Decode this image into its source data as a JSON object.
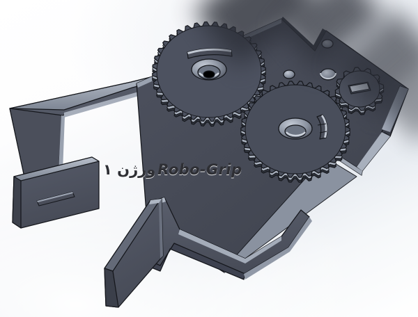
{
  "viewport": {
    "app": "cad-viewport",
    "background_top": "#e9edf2",
    "background_bottom": "#ffffff",
    "render_style": "shaded-with-edges"
  },
  "annotation": {
    "persian_text": "ورژن ۱",
    "latin_text": "Robo-Grip",
    "full_text": "ورژن ۱ Robo-Grip",
    "color": "#2e2f34"
  },
  "model": {
    "name": "Robo-Grip",
    "type": "rack-and-pinion gripper assembly",
    "material_face": "#4a4e5a",
    "material_top": "#565b68",
    "material_edge": "#9aa2b0",
    "material_dark": "#3a3e48",
    "outline": "#15171c",
    "components": [
      {
        "name": "base-plate",
        "kind": "plate"
      },
      {
        "name": "upper-gripper-arm",
        "kind": "rack-arm"
      },
      {
        "name": "lower-gripper-arm",
        "kind": "rack-arm"
      },
      {
        "name": "upper-gripper-jaw",
        "kind": "jaw-pad"
      },
      {
        "name": "lower-gripper-jaw",
        "kind": "jaw-pad"
      },
      {
        "name": "large-gear-left",
        "kind": "spur-gear",
        "teeth": 36
      },
      {
        "name": "large-gear-right",
        "kind": "spur-gear",
        "teeth": 34
      },
      {
        "name": "pinion-gear",
        "kind": "spur-gear",
        "teeth": 12,
        "hub": "rectangular-slot"
      }
    ],
    "features": [
      {
        "name": "arc-slot-upper",
        "kind": "curved-slot"
      },
      {
        "name": "arc-slot-lower",
        "kind": "curved-slot"
      },
      {
        "name": "pivot-boss-upper",
        "kind": "counterbored-hole"
      },
      {
        "name": "pivot-boss-lower",
        "kind": "counterbored-hole"
      },
      {
        "name": "mounting-hole-top",
        "kind": "through-hole"
      },
      {
        "name": "mounting-hole-mid",
        "kind": "through-hole"
      },
      {
        "name": "mounting-hole-right",
        "kind": "through-hole"
      },
      {
        "name": "jaw-slot-upper",
        "kind": "rectangular-slot"
      }
    ]
  },
  "occlusion": {
    "name": "blurred-foreground-object",
    "color": "#2c2f38",
    "description": "dark out-of-focus streak across upper right"
  }
}
